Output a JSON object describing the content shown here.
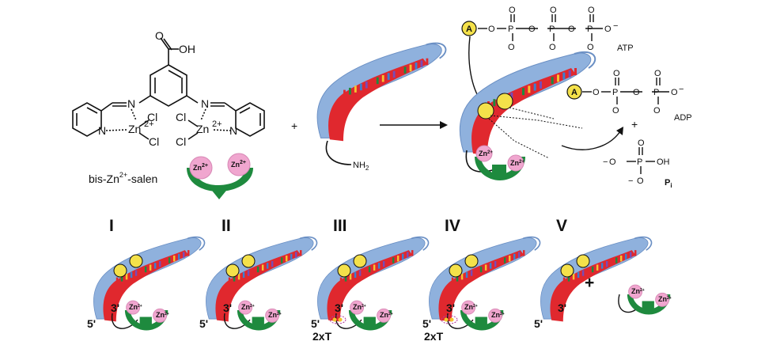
{
  "colors": {
    "blue_strand": "#8fb1dd",
    "red_strand": "#e0282e",
    "green_catalyst": "#1e8a3e",
    "zn_pink": "#f0a6cf",
    "cofactor_yellow": "#f4e14a",
    "base_colors": [
      "#e0282e",
      "#1e8a3e",
      "#f4c430",
      "#3c7fd0",
      "#7a4bb5"
    ]
  },
  "top": {
    "ligand": {
      "cooh": "O",
      "oh": "OH",
      "n_imine_left": "N",
      "n_imine_right": "N",
      "n_py_left": "N",
      "n_py_right": "N",
      "zn_left": "Zn",
      "zn_left_charge": "2+",
      "zn_right": "Zn",
      "zn_right_charge": "2+",
      "cl1": "Cl",
      "cl2": "Cl",
      "cl3": "Cl",
      "cl4": "Cl"
    },
    "salen_label": "bis-Zn",
    "salen_label_sup": "2+",
    "salen_label_rest": "-salen",
    "zn_badge": "Zn",
    "zn_badge_charge": "2+",
    "plus": "+",
    "amine_label": "NH",
    "amine_sub": "2",
    "atp": {
      "adenosine": "A",
      "o_bridge": "O",
      "p": "P",
      "o_minus": "O",
      "minus": "−",
      "label": "ATP"
    },
    "adp": {
      "adenosine": "A",
      "label": "ADP"
    },
    "plus2": "+",
    "pi": {
      "label": "P",
      "label_sub": "i",
      "oh": "OH",
      "o": "O",
      "p": "P"
    }
  },
  "bottom": {
    "panels": [
      {
        "label": "I",
        "five_prime": "5'",
        "three_prime": "3'"
      },
      {
        "label": "II",
        "five_prime": "5'",
        "three_prime": "3'"
      },
      {
        "label": "III",
        "five_prime": "5'",
        "three_prime": "3'",
        "mutation": "2xT"
      },
      {
        "label": "IV",
        "five_prime": "5'",
        "three_prime": "3'",
        "mutation": "2xT"
      },
      {
        "label": "V",
        "five_prime": "5'",
        "three_prime": "3'",
        "plus": "+"
      }
    ]
  }
}
